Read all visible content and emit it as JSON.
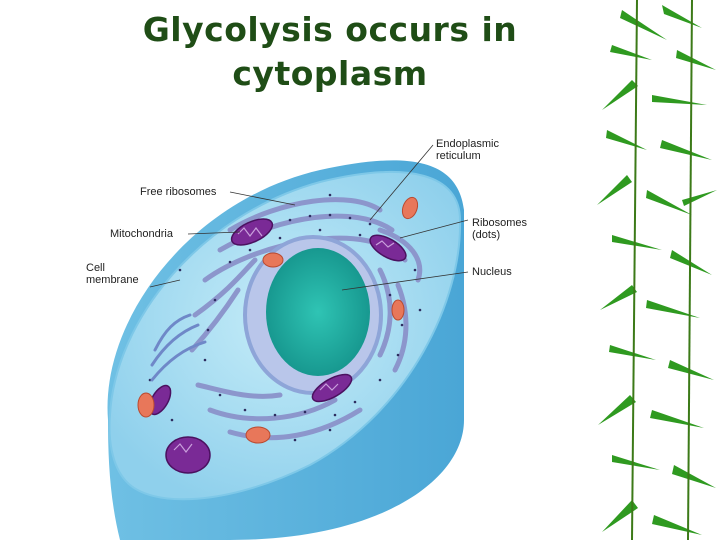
{
  "slide": {
    "title_line1": "Glycolysis occurs in",
    "title_line2": "cytoplasm",
    "title_color": "#1f4d16"
  },
  "figure": {
    "labels": {
      "endoplasmic_reticulum_1": "Endoplasmic",
      "endoplasmic_reticulum_2": "reticulum",
      "free_ribosomes": "Free ribosomes",
      "mitochondria": "Mitochondria",
      "ribosomes_1": "Ribosomes",
      "ribosomes_2": "(dots)",
      "cell_membrane_1": "Cell",
      "cell_membrane_2": "membrane",
      "nucleus": "Nucleus"
    },
    "colors": {
      "cytoplasm": "#9fd9ef",
      "cell_side": "#5fb6de",
      "membrane_edge": "#7ec8e8",
      "nucleus": "#20b5a8",
      "nucleus_envelope": "#8ea5d8",
      "er": "#8c96cc",
      "mitochondria": "#7a2a96",
      "lysosome": "#e8775a",
      "leaf": "#2f9a20"
    },
    "icons": [
      "bamboo-decoration"
    ]
  }
}
